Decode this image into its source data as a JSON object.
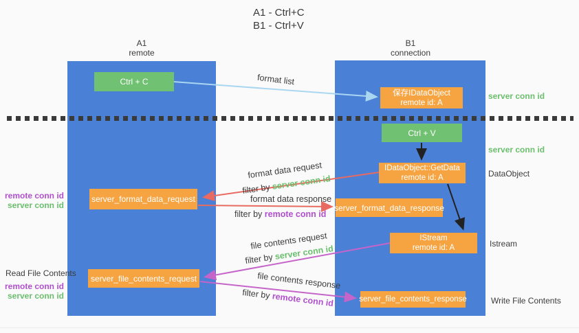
{
  "title": {
    "line1": "A1 - Ctrl+C",
    "line2": "B1 - Ctrl+V"
  },
  "lanes": {
    "left": {
      "name": "A1",
      "subtitle": "remote"
    },
    "right": {
      "name": "B1",
      "subtitle": "connection"
    }
  },
  "nodes": {
    "ctrl_c": {
      "label": "Ctrl + C"
    },
    "save_idataobject": {
      "line1": "保存IDataObject",
      "line2": "remote id: A"
    },
    "ctrl_v": {
      "label": "Ctrl + V"
    },
    "getdata": {
      "line1": "IDataObject::GetData",
      "line2": "remote id: A"
    },
    "format_request": {
      "label": "server_format_data_request"
    },
    "format_response": {
      "label": "server_format_data_response"
    },
    "istream": {
      "line1": "IStream",
      "line2": "remote id: A"
    },
    "file_request": {
      "label": "server_file_contents_request"
    },
    "file_response": {
      "label": "server_file_contents_response"
    }
  },
  "edge_labels": {
    "format_list": "format list",
    "format_data_request": "format data request",
    "format_data_response": "format data response",
    "file_contents_request": "file contents request",
    "file_contents_response": "file contents response",
    "filter_by": "filter by ",
    "server_conn_id": "server conn id",
    "remote_conn_id": "remote conn id"
  },
  "side_labels": {
    "left_remote_conn_id": "remote conn id",
    "left_server_conn_id": "server conn id",
    "read_file_contents": "Read File Contents",
    "left_remote_conn_id_2": "remote conn id",
    "left_server_conn_id_2": "server conn id",
    "right_server_conn_id_1": "server conn id",
    "right_server_conn_id_2": "server conn id",
    "dataobject": "DataObject",
    "istream": "Istream",
    "write_file_contents": "Write File Contents"
  },
  "colors": {
    "lane_blue": "#4a80d6",
    "node_green": "#71c173",
    "node_orange": "#f6a442",
    "arrow_light_blue": "#a9d6f1",
    "arrow_red": "#e96a60",
    "arrow_purple": "#c564c9",
    "arrow_black": "#222222",
    "text_green": "#6abf6d",
    "text_purple": "#b14fce",
    "background": "#fafafa"
  }
}
